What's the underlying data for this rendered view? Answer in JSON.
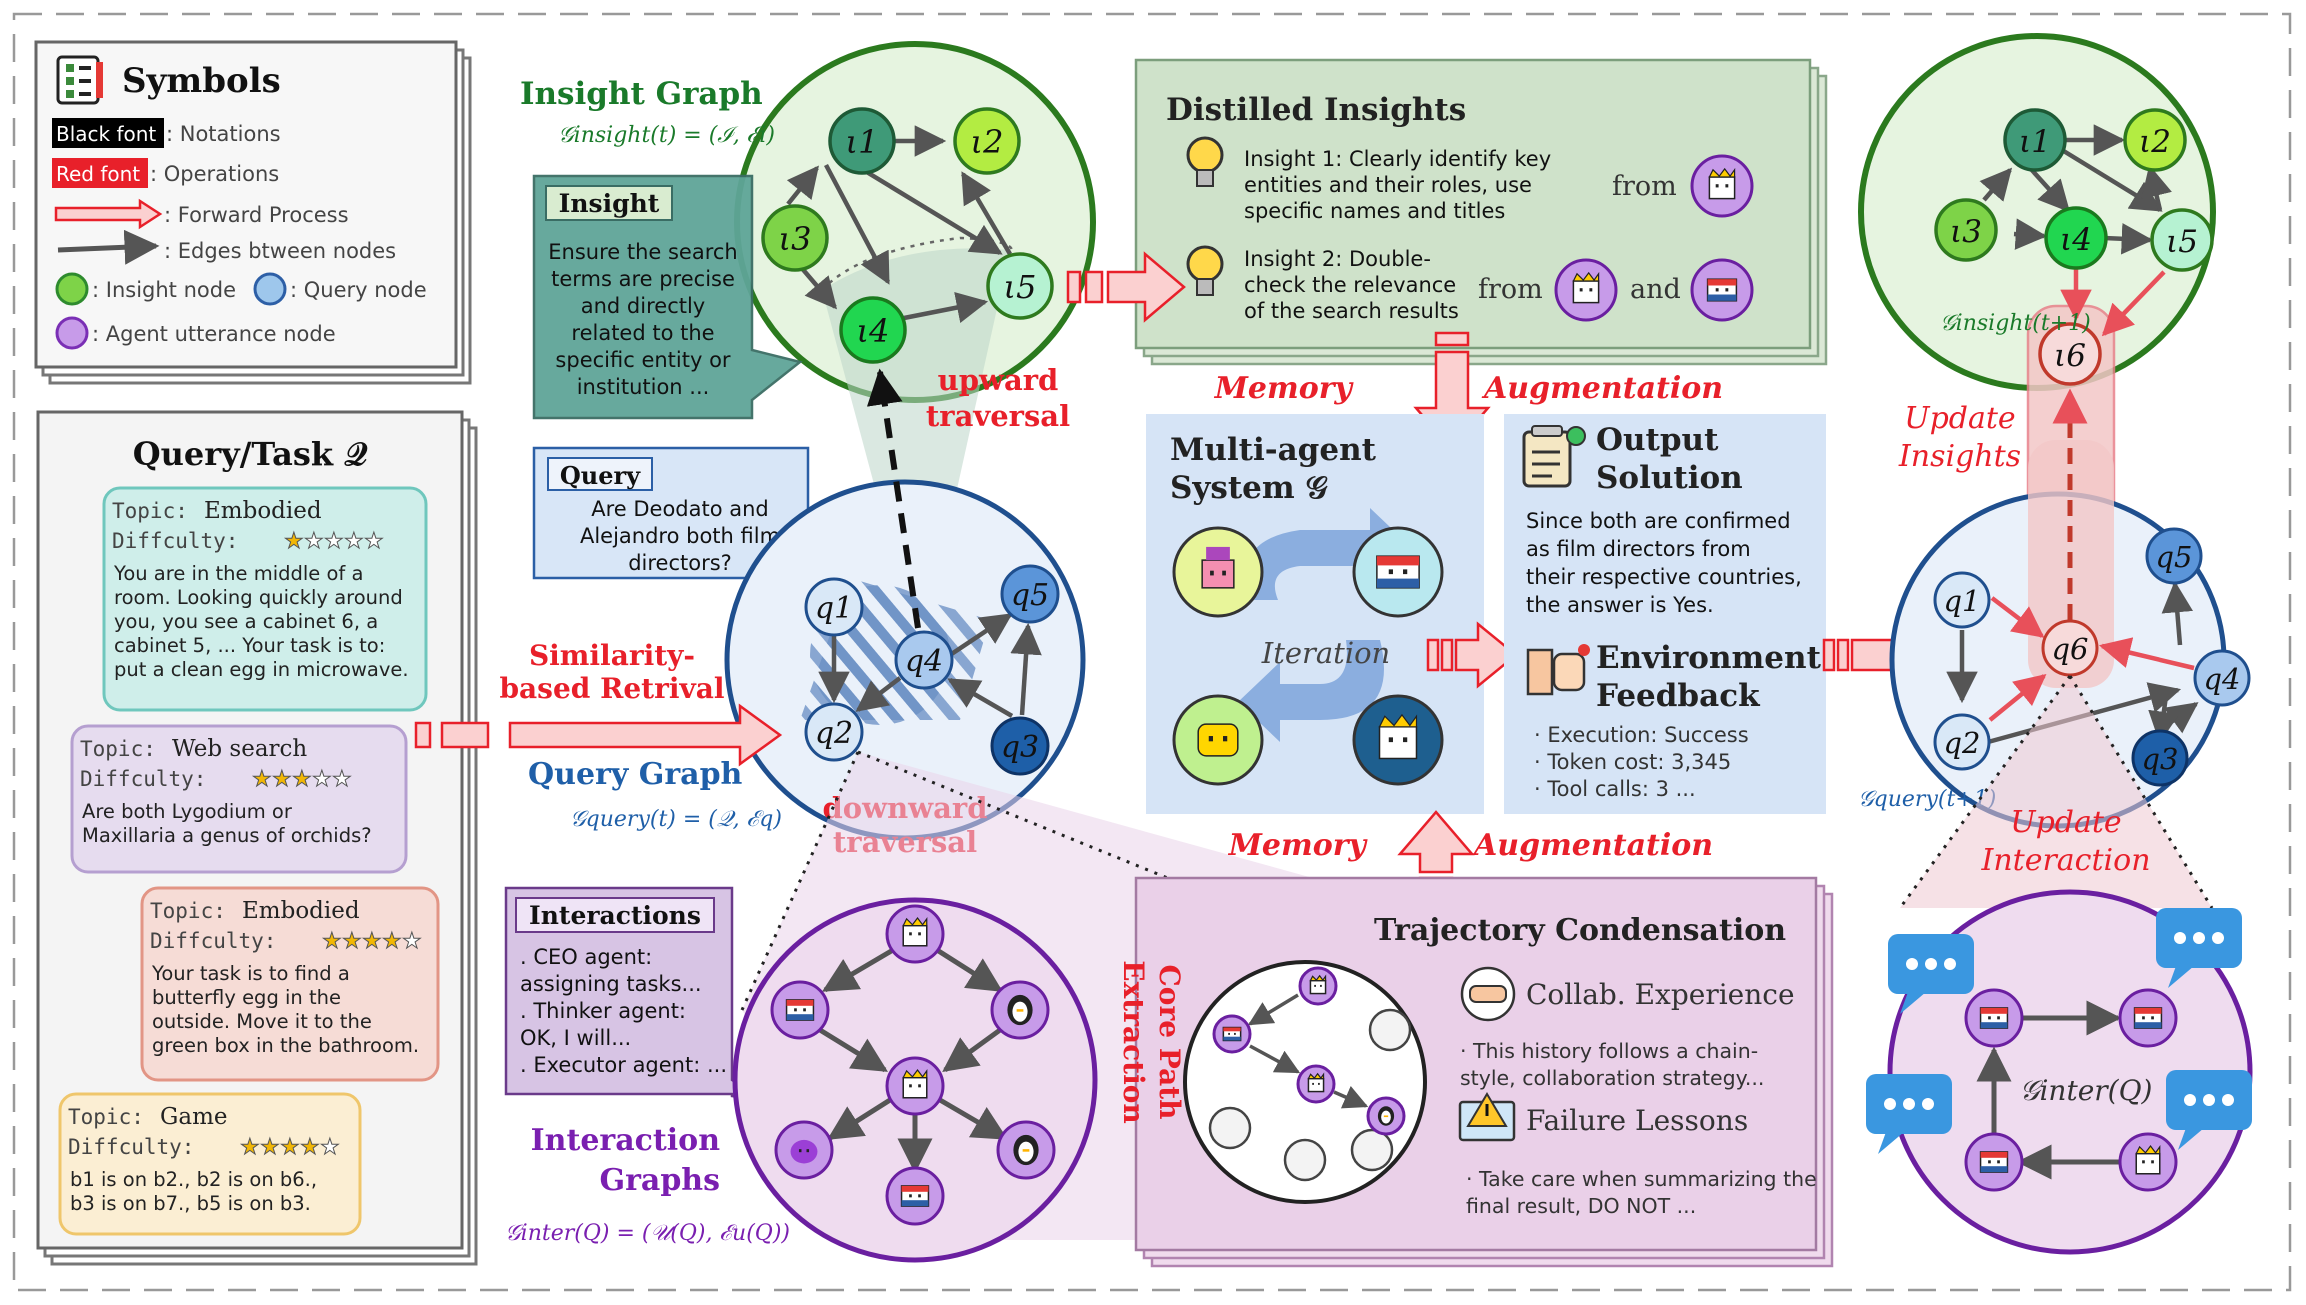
{
  "symbols": {
    "title": "Symbols",
    "black_font": "Black font",
    "black_font_desc": ": Notations",
    "red_font": "Red font",
    "red_font_desc": ": Operations",
    "forward": ": Forward Process",
    "edges": ": Edges btween nodes",
    "insight_node": ": Insight node",
    "query_node": ": Query node",
    "agent_node": ": Agent utterance node"
  },
  "query_task": {
    "title": "Query/Task 𝒬",
    "cards": [
      {
        "topic_label": "Topic:",
        "topic": "Embodied",
        "diff_label": "Diffculty:",
        "stars": 1,
        "lines": [
          "You are in the middle of a",
          "room. Looking quickly around",
          "you, you see a cabinet 6, a",
          "cabinet 5, ... Your task is to:",
          "put a clean egg in microwave."
        ],
        "color": "#cfeeea",
        "border": "#6fc7bd"
      },
      {
        "topic_label": "Topic:",
        "topic": "Web search",
        "diff_label": "Diffculty:",
        "stars": 3,
        "lines": [
          "Are both Lygodium or",
          "Maxillaria a genus of orchids?"
        ],
        "color": "#e6dcef",
        "border": "#b59fd0"
      },
      {
        "topic_label": "Topic:",
        "topic": "Embodied",
        "diff_label": "Diffculty:",
        "stars": 4,
        "lines": [
          "Your task is to find a",
          "butterfly egg in the",
          "outside. Move it to the",
          "green box in the bathroom."
        ],
        "color": "#f6dcd6",
        "border": "#e29585"
      },
      {
        "topic_label": "Topic:",
        "topic": "Game",
        "diff_label": "Diffculty:",
        "stars": 4,
        "lines": [
          "b1 is on b2., b2 is on b6.,",
          "b3 is on b7., b5 is on b3."
        ],
        "color": "#fbeed3",
        "border": "#efc66b"
      }
    ]
  },
  "insight_graph": {
    "title": "Insight Graph",
    "formula": "𝒢insight(t) = (ℐ, ℰi)",
    "nodes": [
      "ι1",
      "ι2",
      "ι3",
      "ι4",
      "ι5"
    ]
  },
  "insight_bubble": {
    "title": "Insight",
    "lines": [
      "Ensure the search",
      "terms are precise",
      "and directly",
      "related to the",
      "specific entity or",
      "institution ..."
    ]
  },
  "query_bubble": {
    "title": "Query",
    "lines": [
      "Are Deodato and",
      "Alejandro both film",
      "directors?"
    ]
  },
  "interactions_bubble": {
    "title": "Interactions",
    "lines": [
      ". CEO agent:",
      "assigning tasks...",
      ". Thinker agent:",
      "OK, I will...",
      ". Executor agent: ..."
    ]
  },
  "query_graph": {
    "title": "Query Graph",
    "formula": "𝒢query(t) = (𝒬, ℰq)",
    "nodes": [
      "q1",
      "q2",
      "q3",
      "q4",
      "q5"
    ]
  },
  "interaction_graphs": {
    "title1": "Interaction",
    "title2": "Graphs",
    "formula": "𝒢inter(Q) = (𝒰(Q), ℰu(Q))"
  },
  "operations": {
    "upward": [
      "upward",
      "traversal"
    ],
    "downward": [
      "downward",
      "traversal"
    ],
    "similarity": [
      "Similarity-",
      "based Retrival"
    ],
    "memory": "Memory",
    "augmentation": "Augmentation",
    "core_path": [
      "Core Path",
      "Extraction"
    ],
    "update_insights": [
      "Update",
      "Insights"
    ],
    "update_interaction": [
      "Update",
      "Interaction"
    ]
  },
  "distilled": {
    "title": "Distilled Insights",
    "insight1": [
      "Insight 1: Clearly identify key",
      "entities and their roles, use",
      "specific names and titles"
    ],
    "insight2": [
      "Insight 2: Double-",
      "check the relevance",
      "of the search results"
    ],
    "from": "from",
    "and": "and"
  },
  "mas": {
    "title1": "Multi-agent",
    "title2": "System 𝒢",
    "iteration": "Iteration"
  },
  "output": {
    "title1": "Output",
    "title2": "Solution",
    "lines": [
      "Since both are confirmed",
      "as film directors from",
      "their respective countries,",
      "the answer is Yes."
    ],
    "env1": "Environment",
    "env2": "Feedback",
    "feedback": [
      "· Execution: Success",
      "· Token cost: 3,345",
      "· Tool calls: 3 ..."
    ]
  },
  "trajectory": {
    "title": "Trajectory Condensation",
    "collab": "Collab. Experience",
    "collab_lines": [
      "· This history follows a chain-",
      "style,  collaboration strategy..."
    ],
    "failure": "Failure Lessons",
    "failure_lines": [
      "· Take care when summarizing the",
      "final result, DO NOT ..."
    ]
  },
  "right_insight": {
    "formula": "𝒢insight(t+1)",
    "nodes": [
      "ι1",
      "ι2",
      "ι3",
      "ι4",
      "ι5",
      "ι6"
    ]
  },
  "right_query": {
    "formula": "𝒢query(t+1)",
    "nodes": [
      "q1",
      "q2",
      "q3",
      "q4",
      "q5",
      "q6"
    ]
  },
  "right_inter": {
    "label": "𝒢inter(Q)"
  },
  "colors": {
    "red": "#e8202a",
    "green_title": "#1a7a2a",
    "blue_title": "#1f5fa8",
    "purple_title": "#7a1fb0"
  }
}
